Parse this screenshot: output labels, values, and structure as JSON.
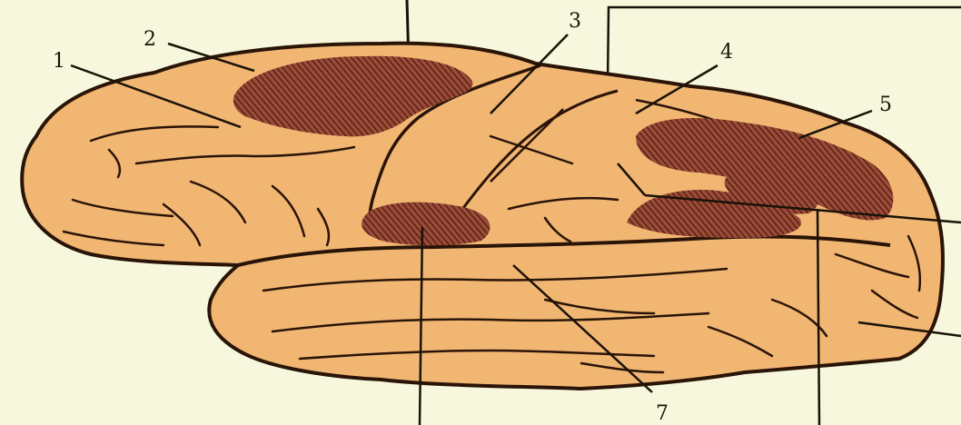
{
  "diagram": {
    "labels": [
      {
        "id": "1",
        "text": "1"
      },
      {
        "id": "2",
        "text": "2"
      },
      {
        "id": "3",
        "text": "3"
      },
      {
        "id": "4",
        "text": "4"
      },
      {
        "id": "5",
        "text": "5"
      },
      {
        "id": "7",
        "text": "7"
      }
    ],
    "colors": {
      "background": "#f6f7dc",
      "brain_fill": "#f2b673",
      "outline": "#2a1408",
      "hatch_area": "#8a3a2a"
    }
  }
}
